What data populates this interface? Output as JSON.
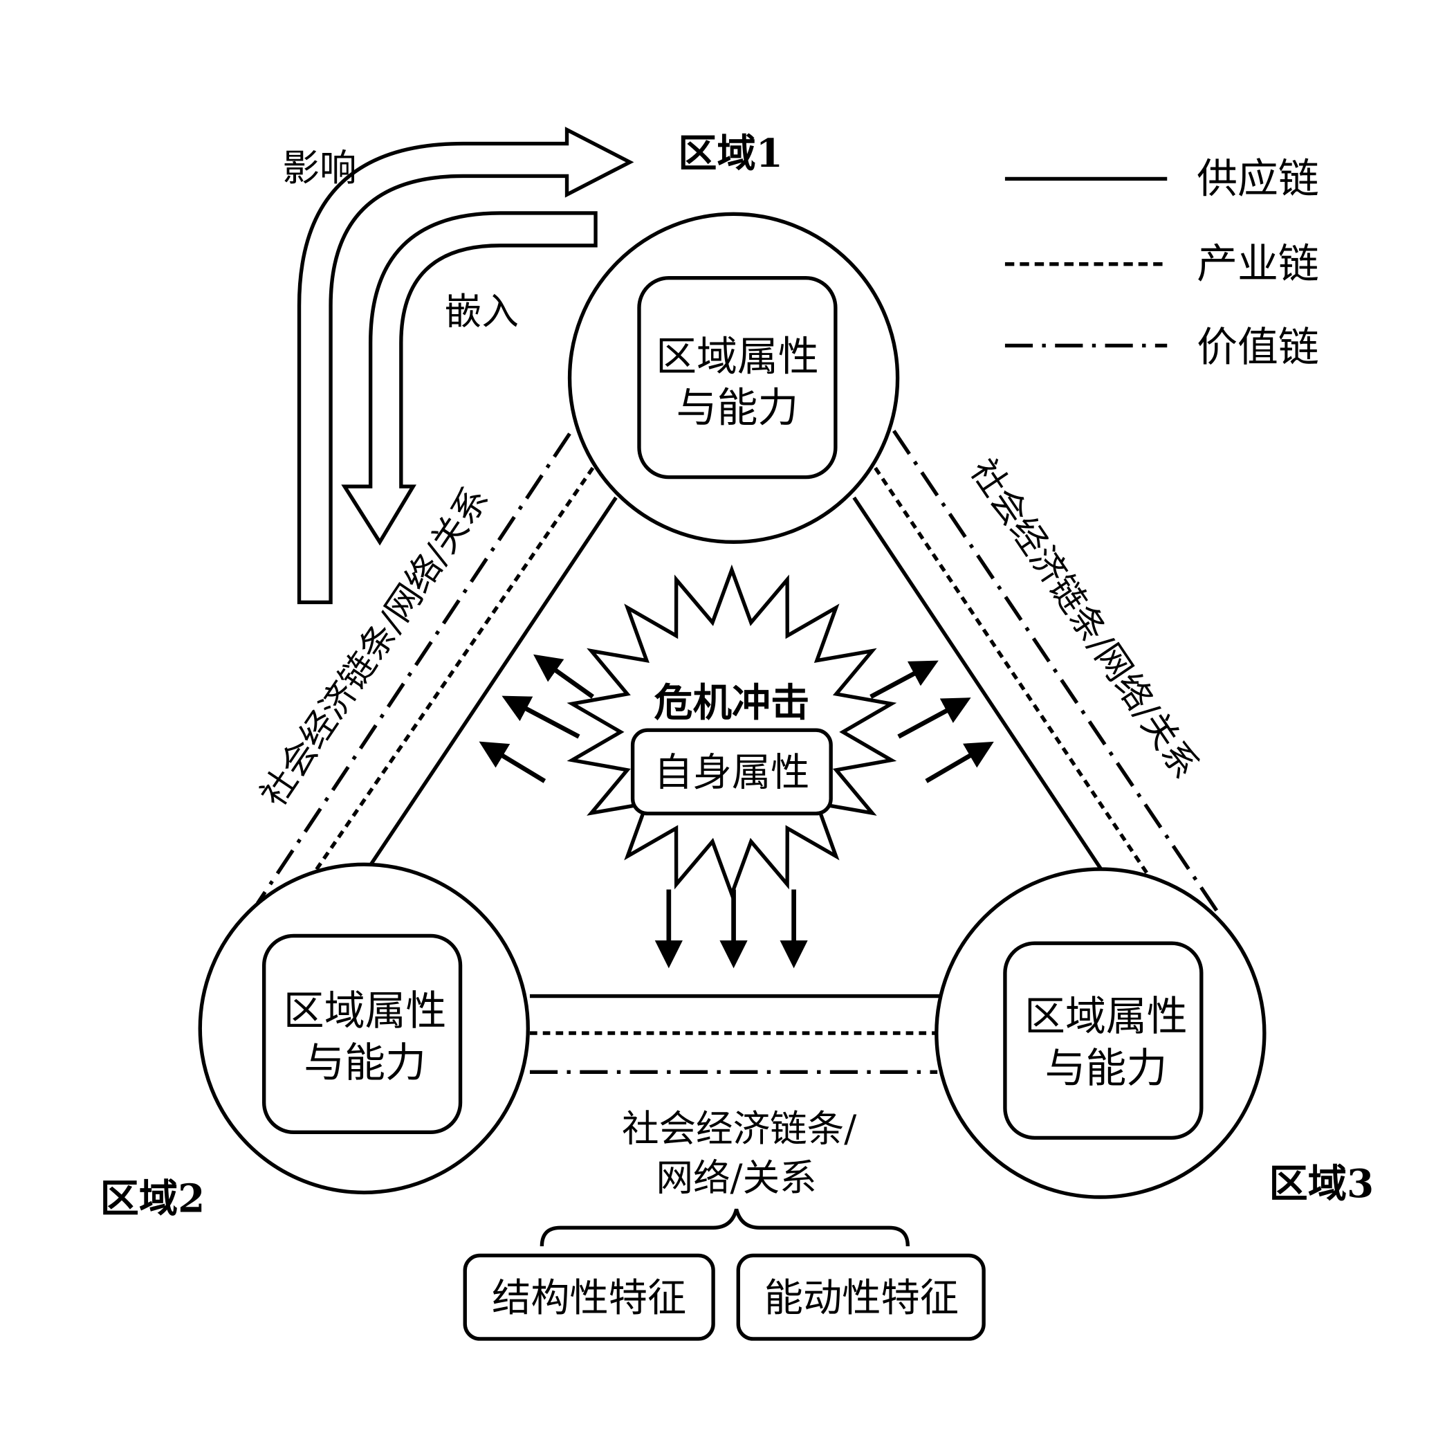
{
  "regions": [
    {
      "label": "区域1",
      "box_line1": "区域属性",
      "box_line2": "与能力"
    },
    {
      "label": "区域2",
      "box_line1": "区域属性",
      "box_line2": "与能力"
    },
    {
      "label": "区域3",
      "box_line1": "区域属性",
      "box_line2": "与能力"
    }
  ],
  "legend": [
    {
      "label": "供应链",
      "style": "solid"
    },
    {
      "label": "产业链",
      "style": "dashed"
    },
    {
      "label": "价值链",
      "style": "dash-dot"
    }
  ],
  "arrows": {
    "influence": "影响",
    "embed": "嵌入"
  },
  "crisis": {
    "title": "危机冲击",
    "attribute": "自身属性"
  },
  "links": {
    "left": "社会经济链条/网络/关系",
    "right": "社会经济链条/网络/关系",
    "bottom_line1": "社会经济链条/",
    "bottom_line2": "网络/关系"
  },
  "features": {
    "structural": "结构性特征",
    "agentic": "能动性特征"
  }
}
